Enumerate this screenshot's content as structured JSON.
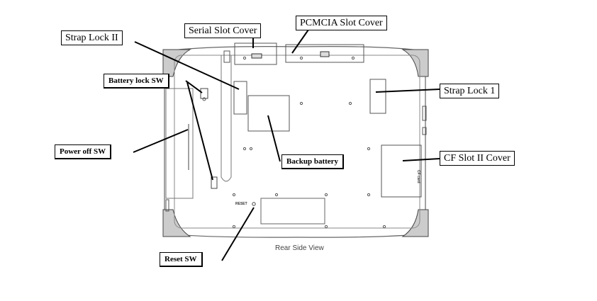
{
  "labels": {
    "strap_lock_2": "Strap Lock II",
    "serial_slot_cover": "Serial Slot Cover",
    "pcmcia_slot_cover": "PCMCIA Slot Cover",
    "strap_lock_1": "Strap Lock 1",
    "battery_lock_sw": "Battery lock SW",
    "power_off_sw": "Power off SW",
    "backup_battery": "Backup battery",
    "cf_slot_2_cover": "CF Slot II Cover",
    "reset_sw": "Reset SW"
  },
  "device_text": {
    "reset": "RESET",
    "cf_card": "CF card"
  },
  "caption": "Rear Side View"
}
